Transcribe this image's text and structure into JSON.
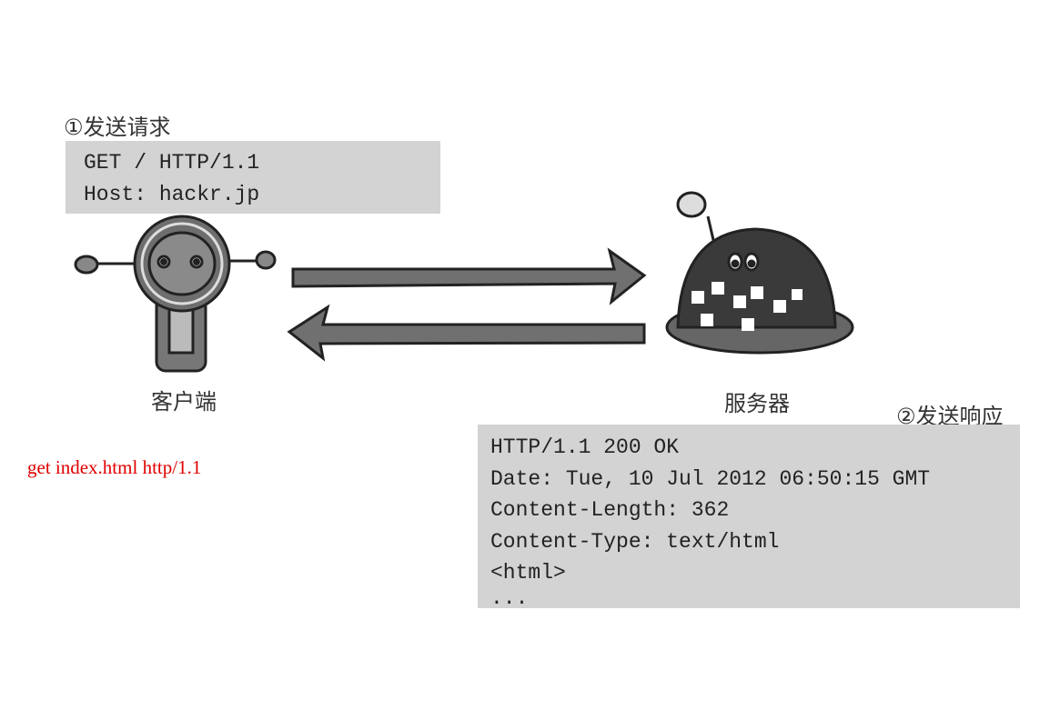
{
  "request": {
    "title": "①发送请求",
    "lines": [
      "GET / HTTP/1.1",
      "Host: hackr.jp"
    ]
  },
  "client": {
    "label": "客户端",
    "icon": "robot-client-icon"
  },
  "server": {
    "label": "服务器",
    "icon": "robot-server-icon"
  },
  "response": {
    "title": "②发送响应",
    "lines": [
      "HTTP/1.1 200 OK",
      "Date: Tue, 10 Jul 2012 06:50:15 GMT",
      "Content-Length: 362",
      "Content-Type: text/html",
      "<html>",
      "..."
    ]
  },
  "note": "get index.html http/1.1",
  "colors": {
    "box": "#d3d3d3",
    "arrow": "#707070",
    "note": "#e00000"
  }
}
